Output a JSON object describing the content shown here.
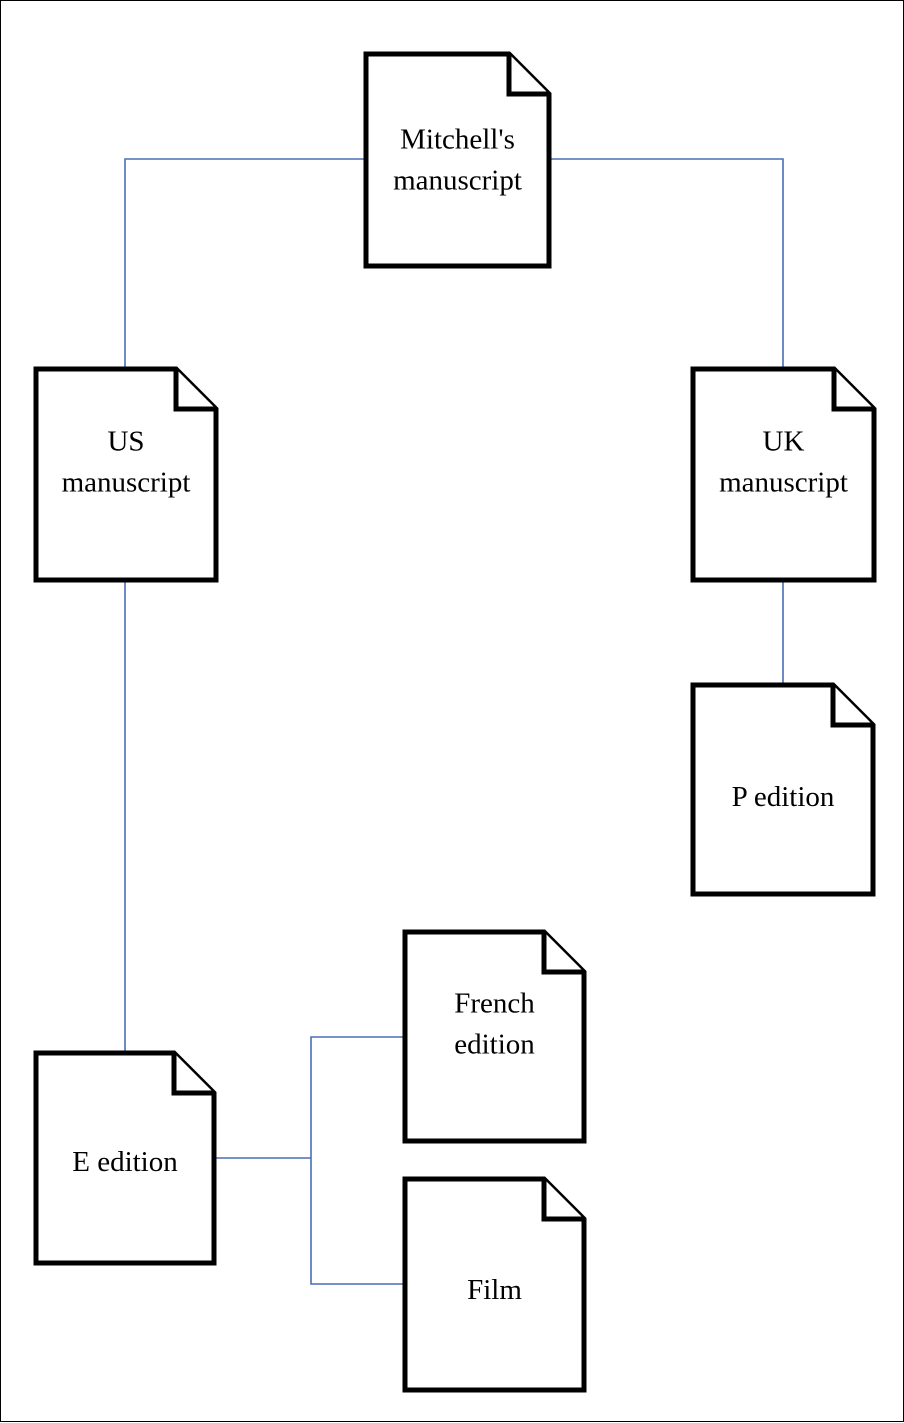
{
  "diagram": {
    "colors": {
      "connector": "#4a6fb5",
      "outline": "#000000",
      "background": "#ffffff"
    },
    "nodes": [
      {
        "id": "mitchells-manuscript",
        "lines": [
          "Mitchell's",
          "manuscript"
        ],
        "icon": "document-icon"
      },
      {
        "id": "us-manuscript",
        "lines": [
          "US",
          "manuscript"
        ],
        "icon": "document-icon"
      },
      {
        "id": "uk-manuscript",
        "lines": [
          "UK",
          "manuscript"
        ],
        "icon": "document-icon"
      },
      {
        "id": "p-edition",
        "lines": [
          "P edition"
        ],
        "icon": "document-icon"
      },
      {
        "id": "e-edition",
        "lines": [
          "E edition"
        ],
        "icon": "document-icon"
      },
      {
        "id": "french-edition",
        "lines": [
          "French",
          "edition"
        ],
        "icon": "document-icon"
      },
      {
        "id": "film",
        "lines": [
          "Film"
        ],
        "icon": "document-icon"
      }
    ],
    "edges": [
      {
        "from": "mitchells-manuscript",
        "to": "us-manuscript"
      },
      {
        "from": "mitchells-manuscript",
        "to": "uk-manuscript"
      },
      {
        "from": "uk-manuscript",
        "to": "p-edition"
      },
      {
        "from": "us-manuscript",
        "to": "e-edition"
      },
      {
        "from": "e-edition",
        "to": "french-edition"
      },
      {
        "from": "e-edition",
        "to": "film"
      }
    ]
  }
}
